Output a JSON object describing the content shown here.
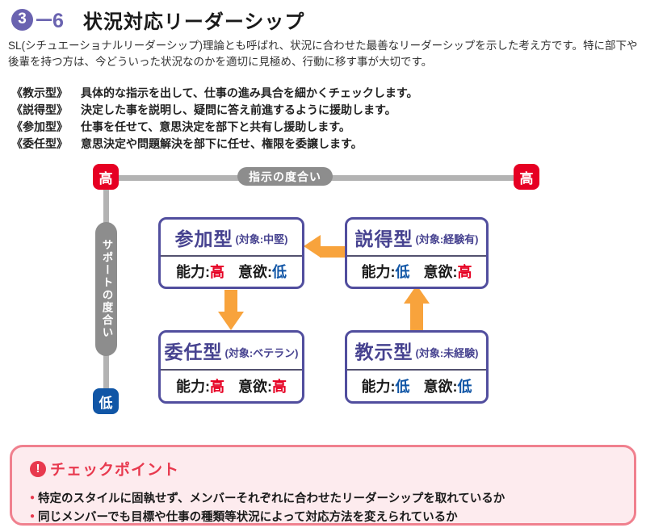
{
  "header": {
    "chapter_number": "3",
    "section_number": "－6",
    "title": "状況対応リーダーシップ",
    "accent_color": "#6a63b0"
  },
  "intro": {
    "line1": "SL(シチュエーショナルリーダーシップ)理論とも呼ばれ、状況に合わせた最善なリーダーシップを示した考え方です。特に部下や",
    "line2": "後輩を持つ方は、今どういった状況なのかを適切に見極め、行動に移す事が大切です。"
  },
  "type_list": [
    {
      "label": "《教示型》",
      "desc": "具体的な指示を出して、仕事の進み具合を細かくチェックします。"
    },
    {
      "label": "《説得型》",
      "desc": "決定した事を説明し、疑問に答え前進するように援助します。"
    },
    {
      "label": "《参加型》",
      "desc": "仕事を任せて、意思決定を部下と共有し援助します。"
    },
    {
      "label": "《委任型》",
      "desc": "意思決定や問題解決を部下に任せ、権限を委譲します。"
    }
  ],
  "diagram": {
    "top_axis": {
      "label": "指示の度合い",
      "left_end": "高",
      "right_end": "高"
    },
    "left_axis": {
      "label": "サポートの度合い",
      "top_end": "高",
      "bottom_end": "低"
    },
    "colors": {
      "high_red": "#e60023",
      "low_blue": "#1156a6",
      "arrow_orange": "#f8a33c",
      "axis_line_gray": "#b3b3b3",
      "axis_pill_gray": "#8d8d8d",
      "box_border_purple": "#514e9e",
      "box_title_purple": "#474390"
    },
    "boxes": [
      {
        "title": "参加型",
        "target": "(対象:中堅)",
        "ability_label": "能力:",
        "ability": {
          "text": "高",
          "color": "#e60023"
        },
        "will_label": "意欲:",
        "will": {
          "text": "低",
          "color": "#1156a6"
        }
      },
      {
        "title": "説得型",
        "target": "(対象:経験有)",
        "ability_label": "能力:",
        "ability": {
          "text": "低",
          "color": "#1156a6"
        },
        "will_label": "意欲:",
        "will": {
          "text": "高",
          "color": "#e60023"
        }
      },
      {
        "title": "委任型",
        "target": "(対象:ベテラン)",
        "ability_label": "能力:",
        "ability": {
          "text": "高",
          "color": "#e60023"
        },
        "will_label": "意欲:",
        "will": {
          "text": "高",
          "color": "#e60023"
        }
      },
      {
        "title": "教示型",
        "target": "(対象:未経験)",
        "ability_label": "能力:",
        "ability": {
          "text": "低",
          "color": "#1156a6"
        },
        "will_label": "意欲:",
        "will": {
          "text": "低",
          "color": "#1156a6"
        }
      }
    ],
    "arrows": [
      {
        "from": "説得型",
        "to": "参加型",
        "direction": "left"
      },
      {
        "from": "参加型",
        "to": "委任型",
        "direction": "down"
      },
      {
        "from": "教示型",
        "to": "説得型",
        "direction": "up"
      }
    ]
  },
  "checkpoint": {
    "title": "チェックポイント",
    "icon_glyph": "!",
    "bullet_glyph": "●",
    "accent_color": "#e8394e",
    "bullets": [
      "特定のスタイルに固執せず、メンバーそれぞれに合わせたリーダーシップを取れているか",
      "同じメンバーでも目標や仕事の種類等状況によって対応方法を変えられているか"
    ]
  }
}
